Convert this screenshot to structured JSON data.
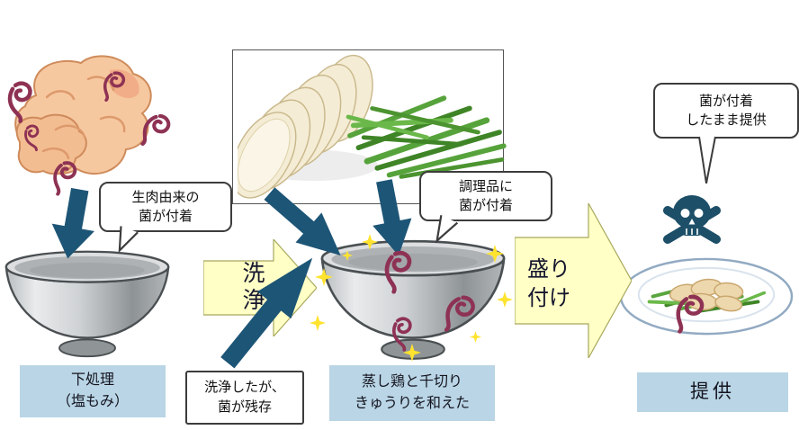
{
  "callouts": {
    "raw_meat": {
      "line1": "生肉由来の",
      "line2": "菌が付着"
    },
    "wash_residual": {
      "line1": "洗浄したが、",
      "line2": "菌が残存"
    },
    "contaminated_dish": {
      "line1": "調理品に",
      "line2": "菌が付着"
    },
    "served": {
      "line1": "菌が付着",
      "line2": "したまま提供"
    }
  },
  "process_arrows": {
    "wash": {
      "label": "洗浄"
    },
    "plating": {
      "line1": "盛り",
      "line2": "付け"
    }
  },
  "stage_labels": {
    "prep": {
      "line1": "下処理",
      "line2": "（塩もみ）"
    },
    "mix": {
      "line1": "蒸し鶏と千切り",
      "line2": "きゅうりを和えた"
    },
    "serve": {
      "label": "提供"
    }
  },
  "icons": {
    "bacteria_icon": "spiral-germ (dark magenta)",
    "sparkle_icon": "four-point star (yellow)",
    "skull_icon": "skull-and-crossbones (dark blue)",
    "bowl_icon": "metal mixing bowl",
    "plate_icon": "plate of steamed chicken and cucumber",
    "raw_chicken_icon": "raw chicken meat",
    "sliced_chicken_icon": "sliced steamed chicken",
    "cucumber_icon": "julienned cucumber"
  },
  "colors": {
    "c_darkarrow": "#1d5576",
    "c_yellow": "#ffffc6",
    "c_yellow_border": "#a7a85e",
    "c_label": "#b9d5e6",
    "c_germ": "#8e3254",
    "c_sparkle": "#ffe32e",
    "c_skull": "#1d4f68"
  }
}
